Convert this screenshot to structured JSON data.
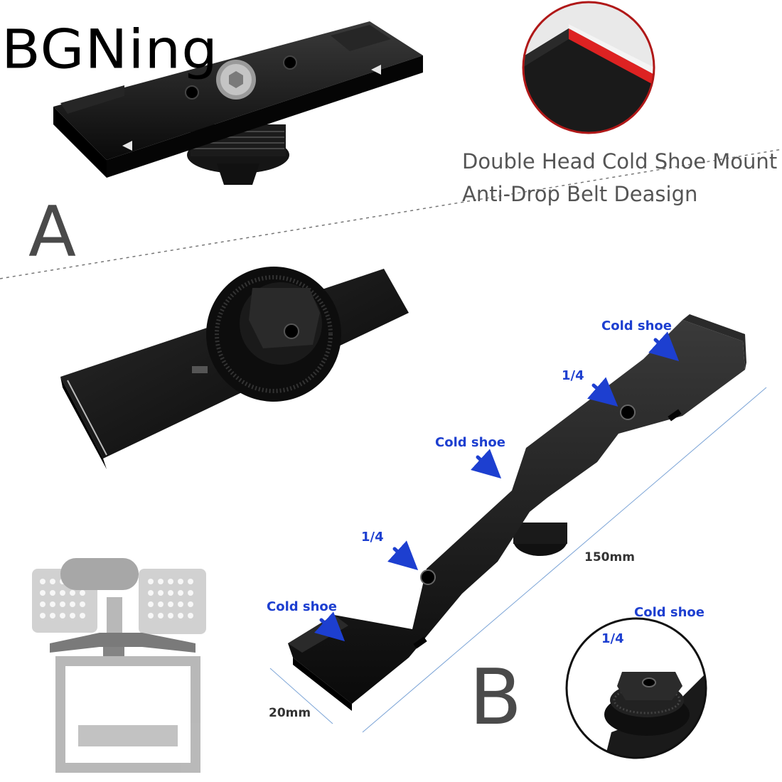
{
  "brand": {
    "name": "BGNing"
  },
  "labels": {
    "a": "A",
    "b": "B"
  },
  "features": {
    "line1": "Double Head Cold Shoe Mount",
    "line2": "Anti-Drop Belt Deasign"
  },
  "callouts": {
    "cold_shoe_top": "Cold shoe",
    "quarter_upper": "1/4",
    "cold_shoe_mid": "Cold shoe",
    "quarter_lower": "1/4",
    "cold_shoe_bottom": "Cold shoe",
    "zoom_cold_shoe": "Cold shoe",
    "zoom_quarter": "1/4"
  },
  "dimensions": {
    "length": "150mm",
    "width": "20mm"
  },
  "colors": {
    "callout": "#1d3fd0",
    "metal": "#111111",
    "zoom_ring": "#b01818",
    "section_label": "#4a4a4a"
  }
}
